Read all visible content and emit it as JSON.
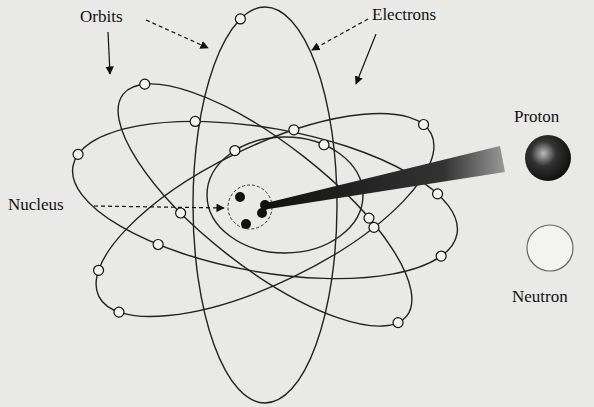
{
  "diagram": {
    "labels": [
      "Orbits",
      "Electrons",
      "Nucleus",
      "Proton",
      "Neutron"
    ]
  }
}
